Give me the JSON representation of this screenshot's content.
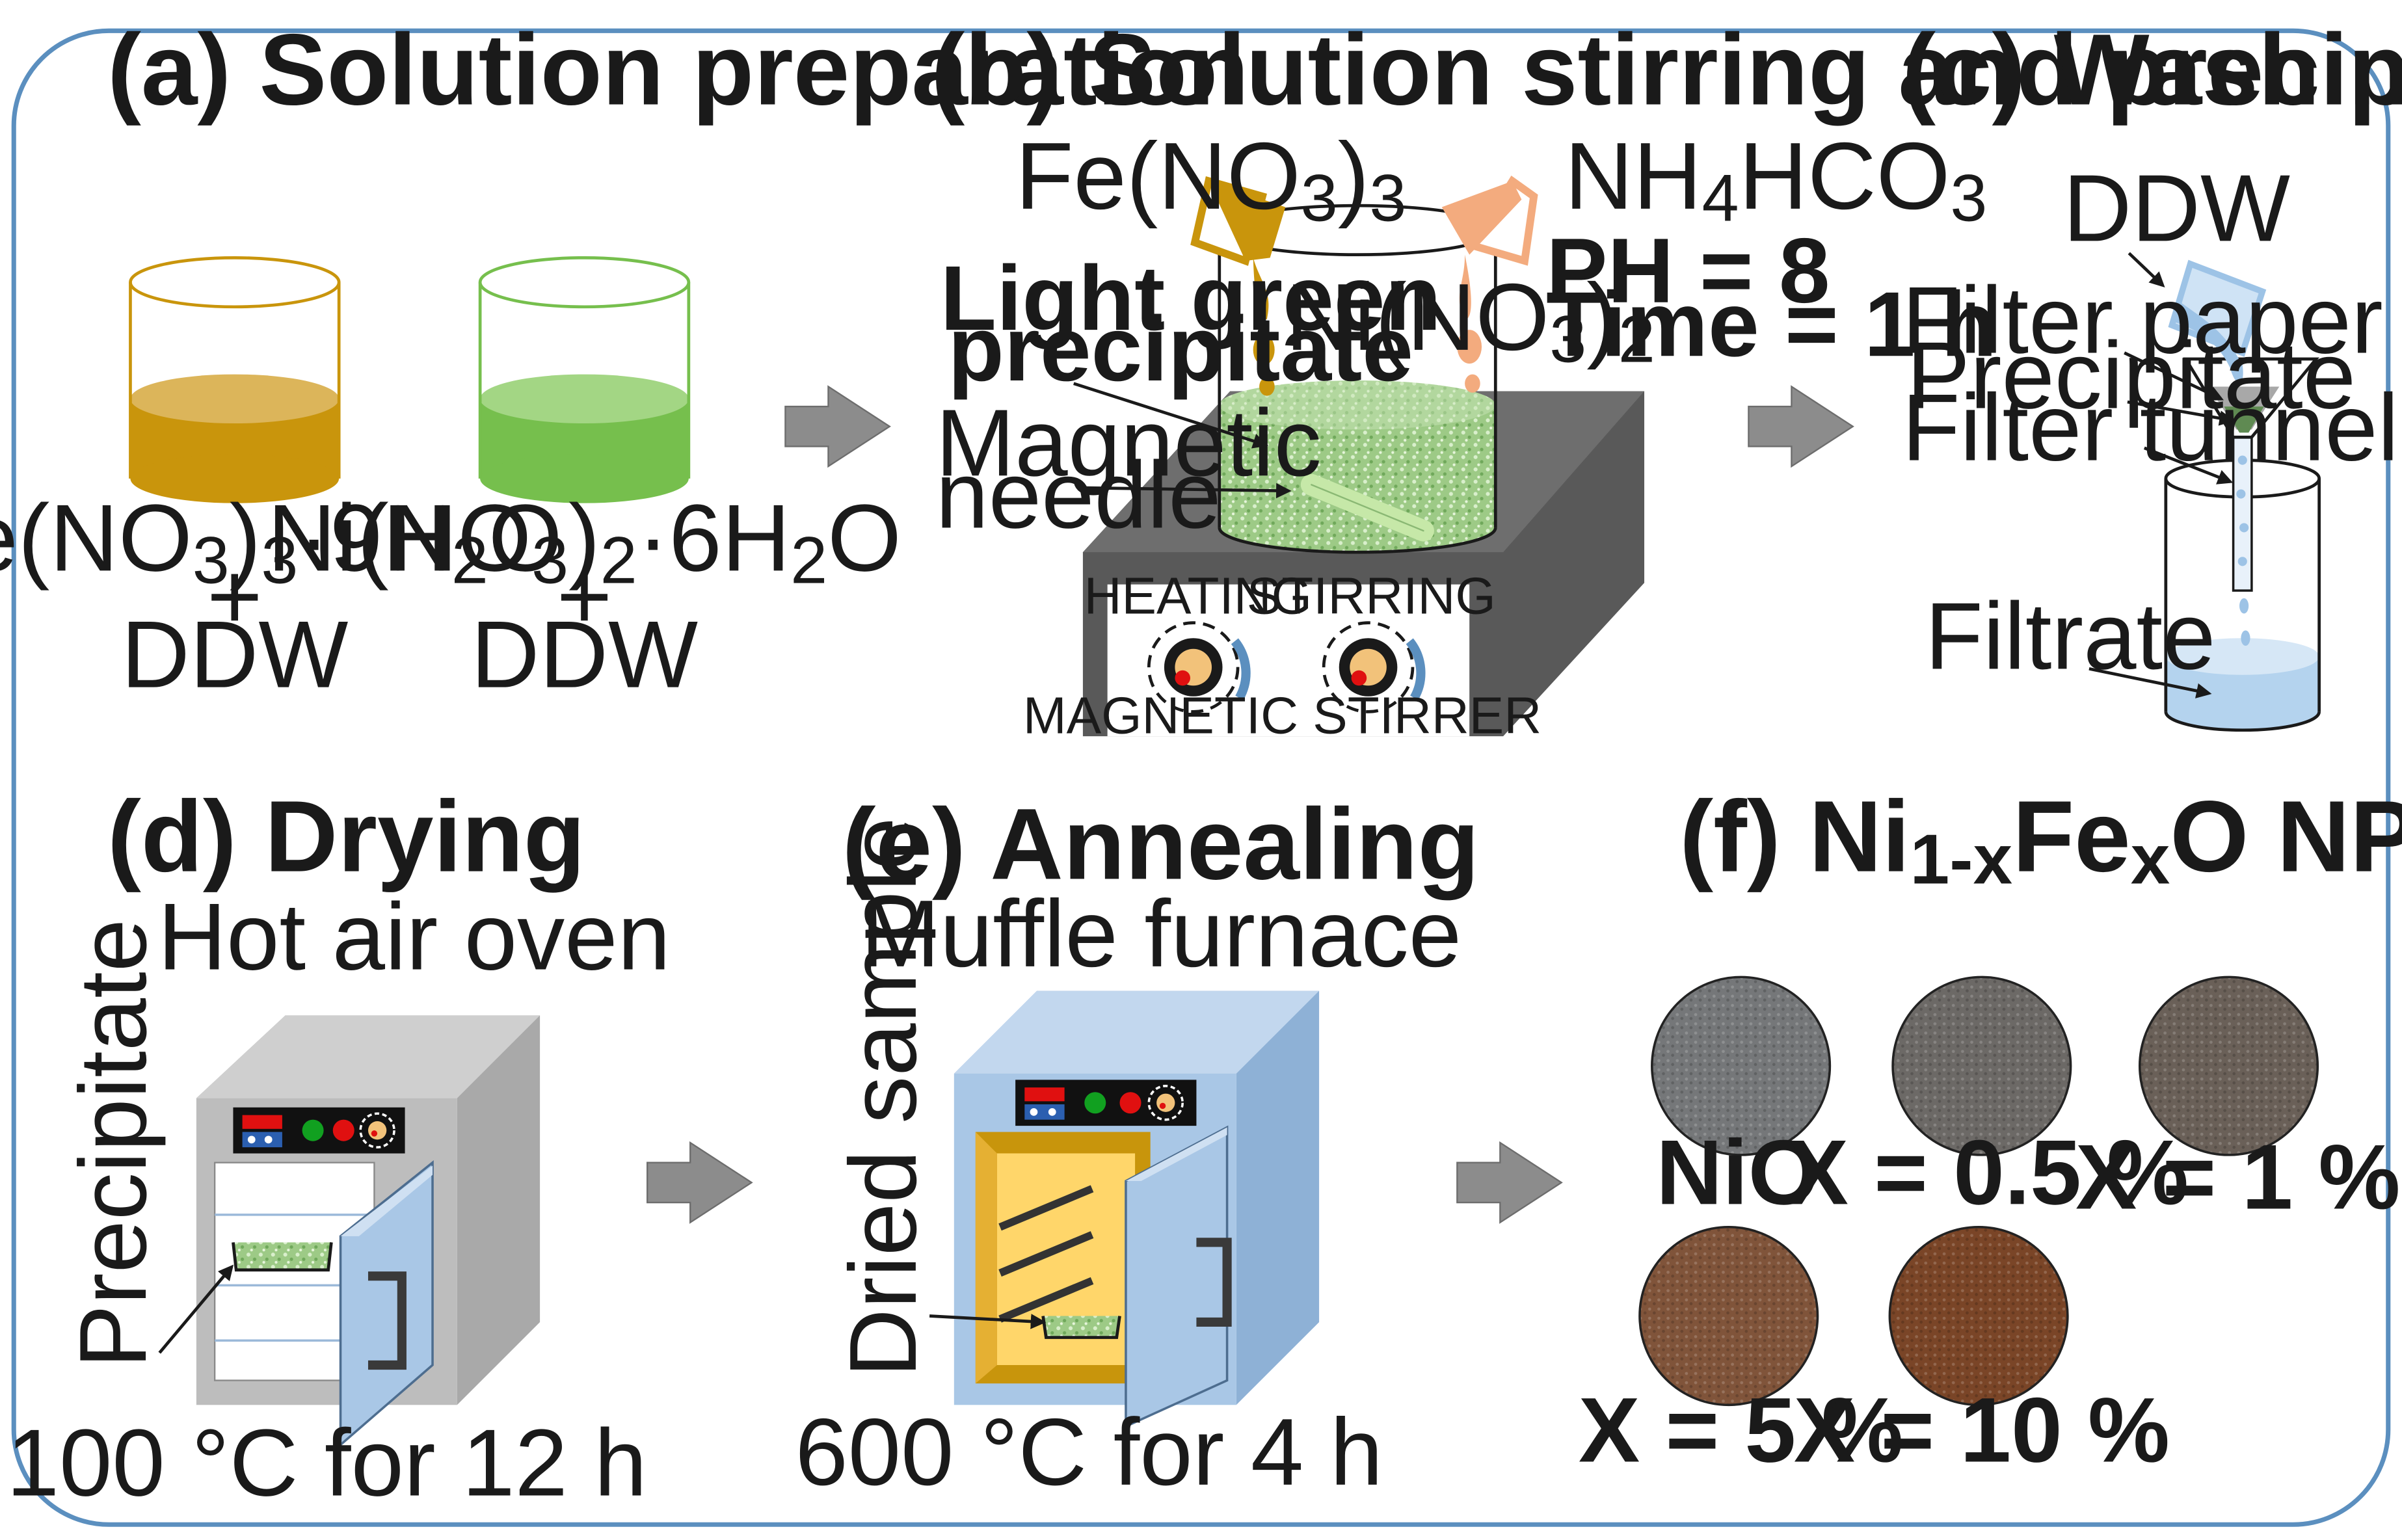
{
  "colors": {
    "frame": "#5b8fbf",
    "fe_solution": "#c9950c",
    "ni_solution": "#76bf4d",
    "nh4_pour": "#f3ab7e",
    "precipitate": "#9dca86",
    "water": "#b4d3ee",
    "arrow": "#8c8c8c",
    "stirrer": "#595959",
    "furnace": "#a9c7e6",
    "oven": "#bdbdbd",
    "indicator_red": "#e01010",
    "indicator_green": "#11a020"
  },
  "icons": {
    "process_arrow": "right-block-arrow",
    "beaker": "glass-beaker",
    "knob": "dial-knob",
    "sample_photo": "powder-photo-circle"
  },
  "panel_a": {
    "title": "(a) Solution preparation",
    "beaker1": {
      "f1": "Fe(NO",
      "s1": "3",
      "f2": ")",
      "s2": "3",
      "f3": "·9H",
      "s3": "2",
      "f4": "O",
      "plus": "+",
      "solvent": "DDW"
    },
    "beaker2": {
      "f1": "Ni(NO",
      "s1": "3",
      "f2": ")",
      "s2": "2",
      "f3": "·6H",
      "s3": "2",
      "f4": "O",
      "plus": "+",
      "solvent": "DDW"
    }
  },
  "panel_b": {
    "title": "(b) Solution stirring and precipitation",
    "fe": {
      "f1": "Fe(NO",
      "s1": "3",
      "f2": ")",
      "s2": "3"
    },
    "nh4": {
      "f1": "NH",
      "s1": "4",
      "f2": "HCO",
      "s2": "3"
    },
    "ni": {
      "f1": "Ni(NO",
      "s1": "3",
      "f2": ")",
      "s2": "2"
    },
    "ph": "PH = 8",
    "time": "Time = 1 h",
    "precip_line1": "Light green",
    "precip_line2": "precipitate",
    "needle_line1": "Magnetic",
    "needle_line2": "needle",
    "heating": "HEATING",
    "stirring": "STIRRING",
    "device": "MAGNETIC STIRRER"
  },
  "panel_c": {
    "title": "(c) Washing",
    "ddw": "DDW",
    "filter_paper": "Filter paper",
    "precipitate": "Precipitate",
    "tunnel": "Filter tunnel",
    "filtrate": "Filtrate"
  },
  "panel_d": {
    "title": "(d) Drying",
    "device": "Hot air oven",
    "sample": "Precipitate",
    "condition": "100 °C for 12 h"
  },
  "panel_e": {
    "title": "(e) Annealing",
    "device": "Muffle furnace",
    "sample": "Dried sample",
    "condition": "600 °C for 4 h"
  },
  "panel_f": {
    "title": {
      "t1": "(f) Ni",
      "s1": "1-x",
      "t2": "Fe",
      "s2": "x",
      "t3": "O NPs"
    },
    "samples": [
      {
        "label": "NiO",
        "color": "#757779"
      },
      {
        "label": "X = 0.5 %",
        "color": "#6c6966"
      },
      {
        "label": "X = 1 %",
        "color": "#6a6058"
      },
      {
        "label": "X = 5 %",
        "color": "#80543a"
      },
      {
        "label": "X = 10 %",
        "color": "#7a4527"
      }
    ]
  }
}
